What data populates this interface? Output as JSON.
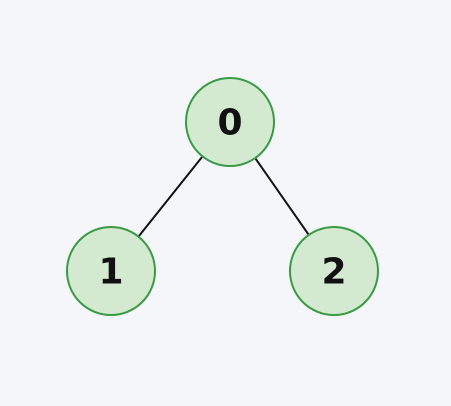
{
  "tree": {
    "colors": {
      "background": "#f4f6f9",
      "node_fill": "#d4ead0",
      "node_stroke": "#3a9a45",
      "edge": "#111111",
      "label": "#111111"
    },
    "nodes": [
      {
        "id": "n0",
        "label": "0"
      },
      {
        "id": "n1",
        "label": "1"
      },
      {
        "id": "n2",
        "label": "2"
      }
    ],
    "edges": [
      {
        "from": "n0",
        "to": "n1"
      },
      {
        "from": "n0",
        "to": "n2"
      }
    ]
  }
}
